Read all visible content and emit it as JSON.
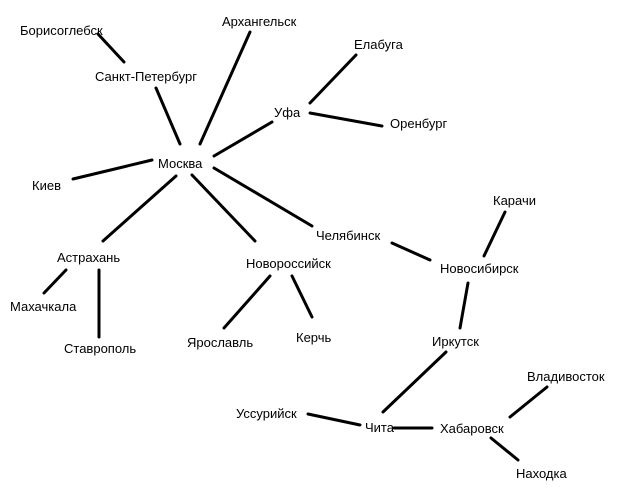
{
  "nodes": [
    {
      "id": "borisoglebsk",
      "label": "Борисоглебск"
    },
    {
      "id": "arkhangelsk",
      "label": "Архангельск"
    },
    {
      "id": "elabuga",
      "label": "Елабуга"
    },
    {
      "id": "spb",
      "label": "Санкт-Петербург"
    },
    {
      "id": "ufa",
      "label": "Уфа"
    },
    {
      "id": "orenburg",
      "label": "Оренбург"
    },
    {
      "id": "moskva",
      "label": "Москва"
    },
    {
      "id": "kiev",
      "label": "Киев"
    },
    {
      "id": "karachi",
      "label": "Карачи"
    },
    {
      "id": "chelyabinsk",
      "label": "Челябинск"
    },
    {
      "id": "astrakhan",
      "label": "Астрахань"
    },
    {
      "id": "novorossiysk",
      "label": "Новороссийск"
    },
    {
      "id": "novosibirsk",
      "label": "Новосибирск"
    },
    {
      "id": "makhachkala",
      "label": "Махачкала"
    },
    {
      "id": "yaroslavl",
      "label": "Ярославль"
    },
    {
      "id": "kerch",
      "label": "Керчь"
    },
    {
      "id": "irkutsk",
      "label": "Иркутск"
    },
    {
      "id": "stavropol",
      "label": "Ставрополь"
    },
    {
      "id": "vladivostok",
      "label": "Владивосток"
    },
    {
      "id": "ussuriysk",
      "label": "Уссурийск"
    },
    {
      "id": "chita",
      "label": "Чита"
    },
    {
      "id": "khabarovsk",
      "label": "Хабаровск"
    },
    {
      "id": "nakhodka",
      "label": "Находка"
    }
  ],
  "edges": [
    [
      "borisoglebsk",
      "spb"
    ],
    [
      "spb",
      "moskva"
    ],
    [
      "arkhangelsk",
      "moskva"
    ],
    [
      "elabuga",
      "ufa"
    ],
    [
      "ufa",
      "orenburg"
    ],
    [
      "ufa",
      "moskva"
    ],
    [
      "kiev",
      "moskva"
    ],
    [
      "moskva",
      "astrakhan"
    ],
    [
      "moskva",
      "novorossiysk"
    ],
    [
      "moskva",
      "chelyabinsk"
    ],
    [
      "chelyabinsk",
      "novosibirsk"
    ],
    [
      "karachi",
      "novosibirsk"
    ],
    [
      "astrakhan",
      "makhachkala"
    ],
    [
      "astrakhan",
      "stavropol"
    ],
    [
      "novorossiysk",
      "yaroslavl"
    ],
    [
      "novorossiysk",
      "kerch"
    ],
    [
      "novosibirsk",
      "irkutsk"
    ],
    [
      "irkutsk",
      "chita"
    ],
    [
      "ussuriysk",
      "chita"
    ],
    [
      "chita",
      "khabarovsk"
    ],
    [
      "khabarovsk",
      "vladivostok"
    ],
    [
      "khabarovsk",
      "nakhodka"
    ]
  ]
}
